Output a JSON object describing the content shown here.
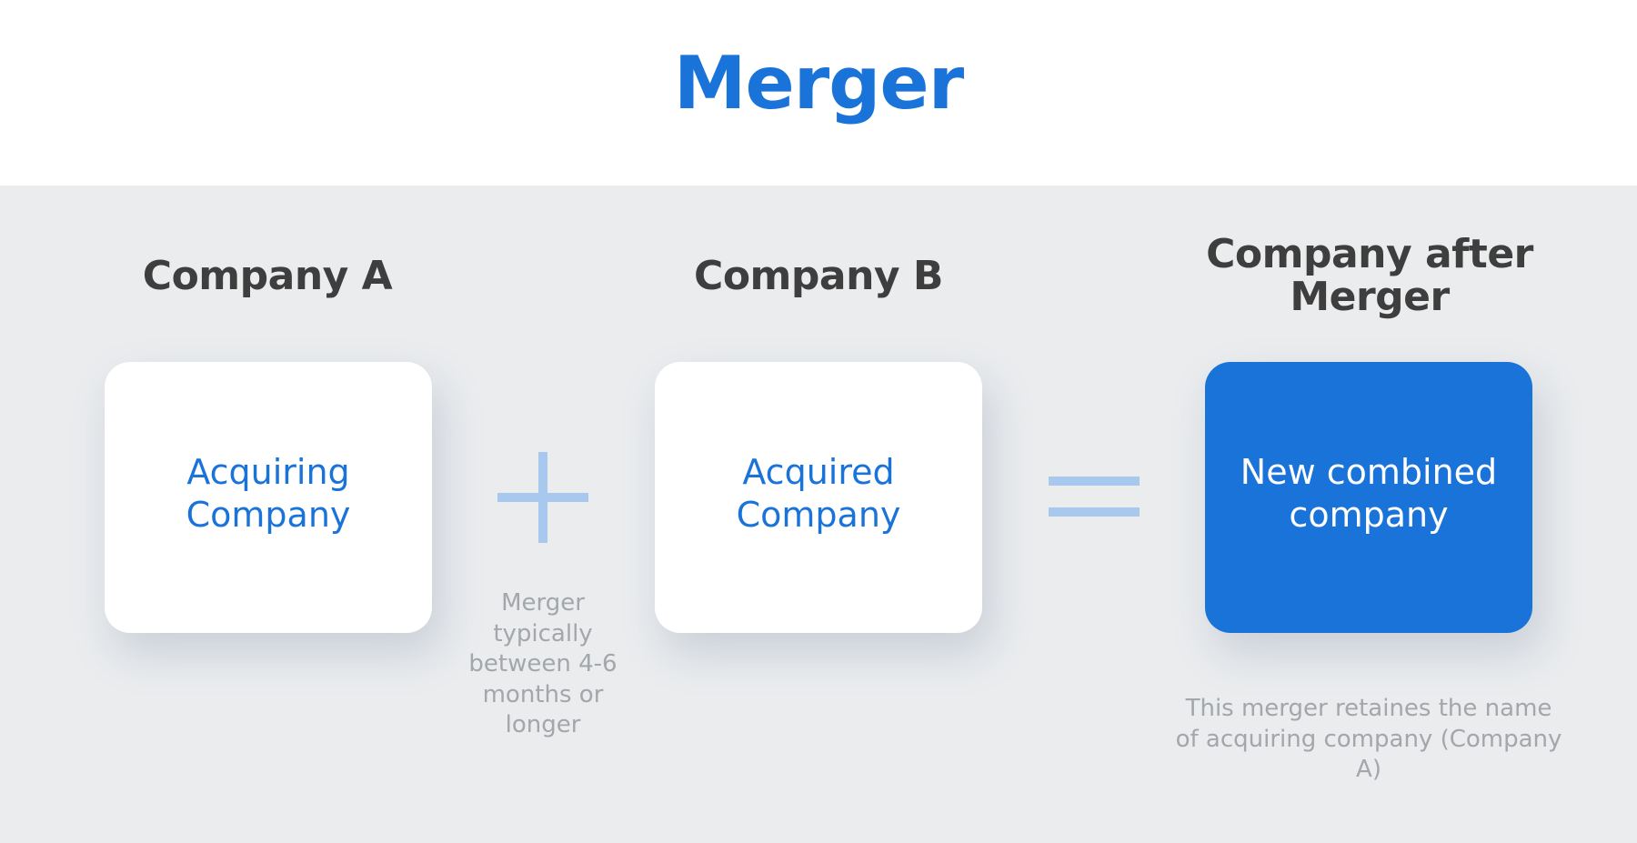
{
  "title": "Merger",
  "columns": [
    {
      "heading": "Company A",
      "card_label": "Acquiring Company"
    },
    {
      "heading": "Company B",
      "card_label": "Acquired Company"
    },
    {
      "heading": "Company after Merger",
      "card_label": "New combined company"
    }
  ],
  "notes": {
    "timeline": "Merger typically between 4-6 months or longer",
    "naming": "This merger retaines the name of acquiring company (Company A)"
  },
  "operators": {
    "plus": "plus-icon",
    "equals": "equals-icon"
  },
  "colors": {
    "accent": "#1a73d9",
    "heading": "#3e3e3e",
    "panel_background": "#eaecee",
    "operator": "#a9c8ee",
    "note_text": "#a3a6ab"
  }
}
